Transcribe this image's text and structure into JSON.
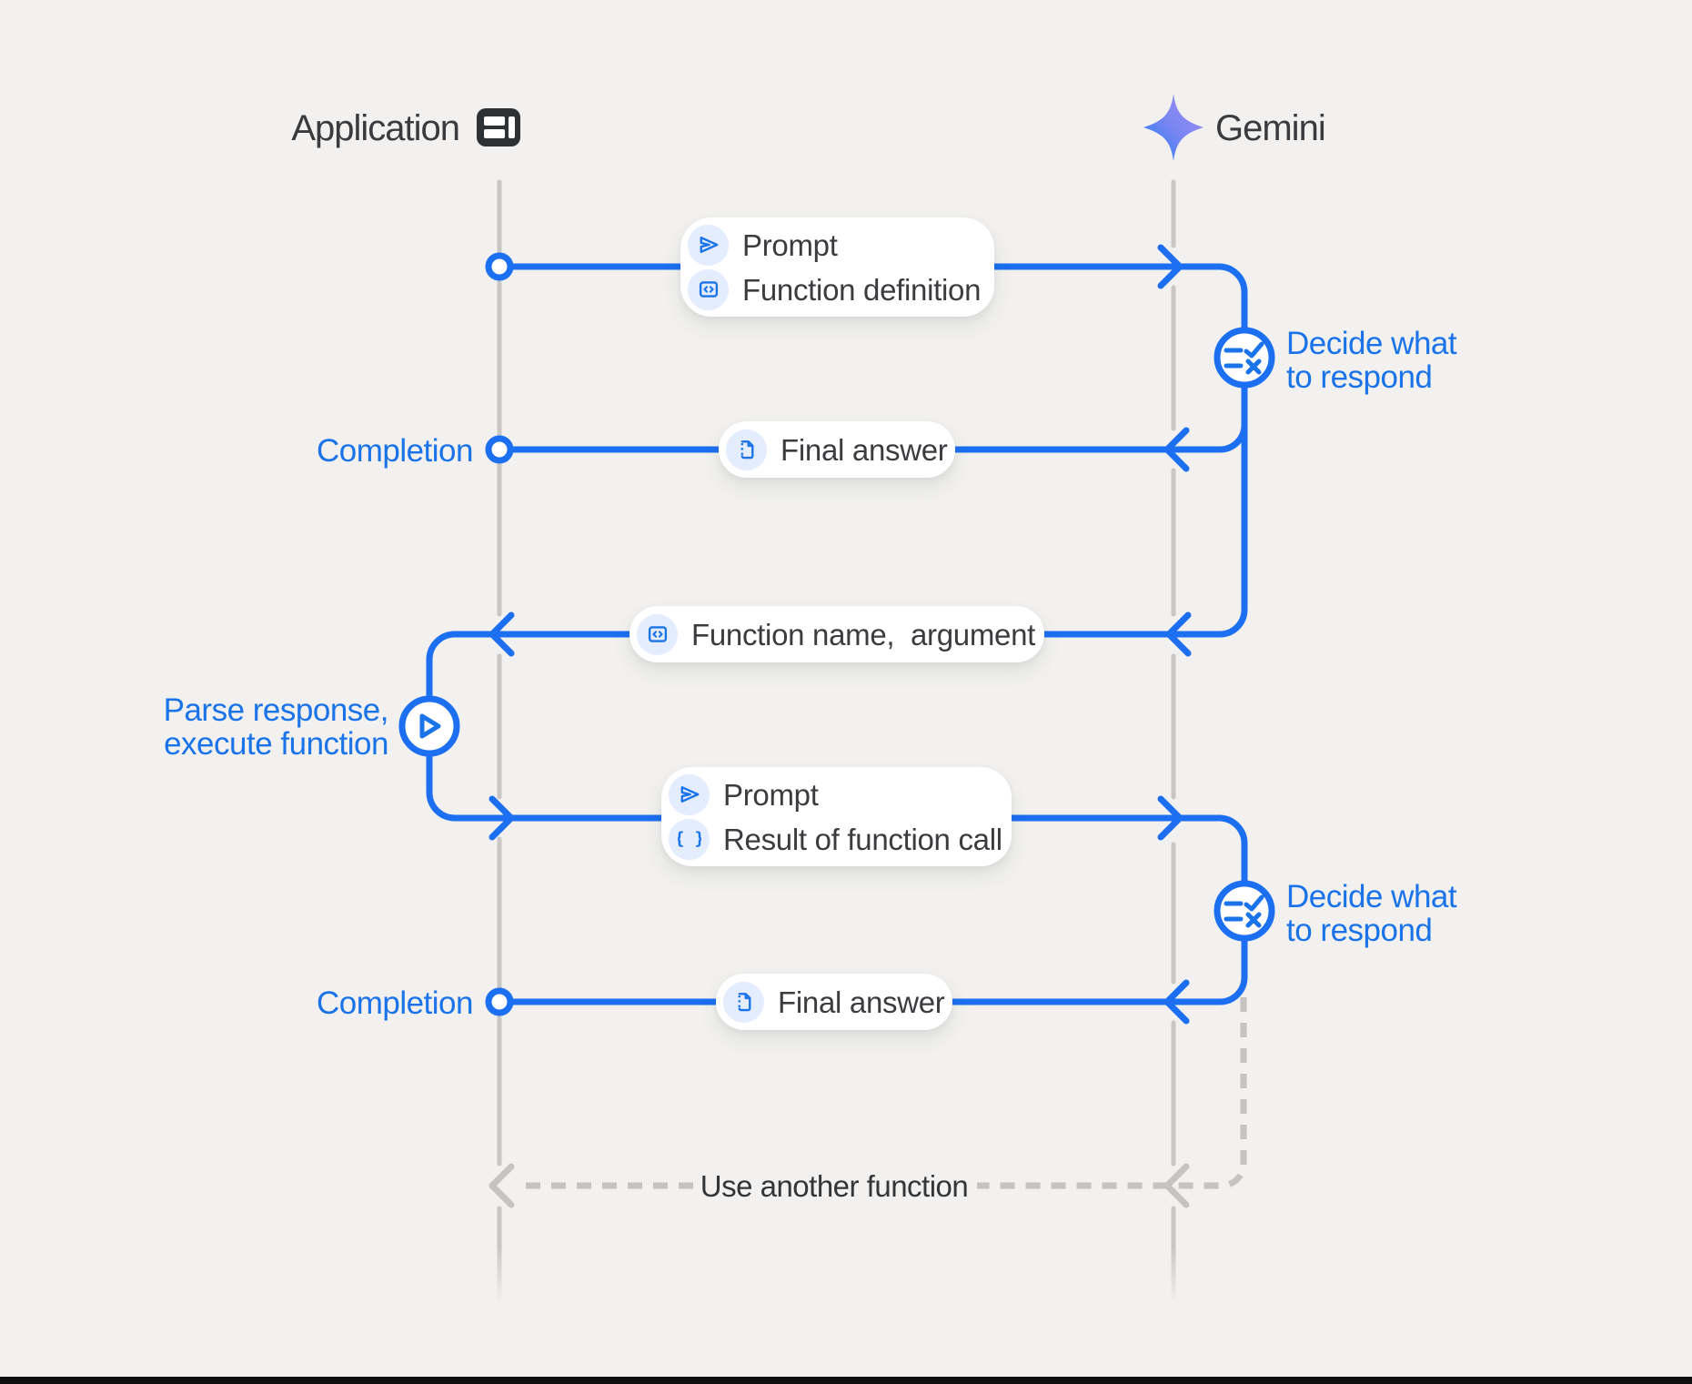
{
  "colors": {
    "background": "#F2F1EF",
    "line_blue": "#1B6FF0",
    "text_blue": "#1A73E8",
    "dark_text": "#393B3E",
    "lifeline_gray": "#C8C7C5",
    "dashed_gray": "#C5C4C2",
    "icon_tile_bg": "#E3EDFD",
    "app_icon_bg": "#2E3134",
    "card_bg": "#FFFFFF",
    "footer_bar": "#0E0E0E",
    "gemini_star_gradient": [
      "#217BF2",
      "#7A86F2",
      "#A58FF2"
    ]
  },
  "actors": {
    "application": {
      "label": "Application",
      "icon": "app-window-icon"
    },
    "gemini": {
      "label": "Gemini",
      "icon": "gemini-sparkle-icon"
    }
  },
  "boxes": [
    {
      "rows": [
        {
          "icon": "send-icon",
          "label": "Prompt"
        },
        {
          "icon": "code-box-icon",
          "label": "Function definition"
        }
      ]
    },
    {
      "rows": [
        {
          "icon": "draft-file-icon",
          "label": "Final answer"
        }
      ]
    },
    {
      "rows": [
        {
          "icon": "code-box-icon",
          "label": "Function name,  argument"
        }
      ]
    },
    {
      "rows": [
        {
          "icon": "send-icon",
          "label": "Prompt"
        },
        {
          "icon": "braces-icon",
          "label": "Result of function call"
        }
      ]
    },
    {
      "rows": [
        {
          "icon": "draft-file-icon",
          "label": "Final answer"
        }
      ]
    }
  ],
  "labels": {
    "completion_1": "Completion",
    "completion_2": "Completion",
    "decide_1_line1": "Decide what",
    "decide_1_line2": "to respond",
    "decide_2_line1": "Decide what",
    "decide_2_line2": "to respond",
    "parse_line1": "Parse response,",
    "parse_line2": "execute function",
    "loop": "Use another function"
  }
}
